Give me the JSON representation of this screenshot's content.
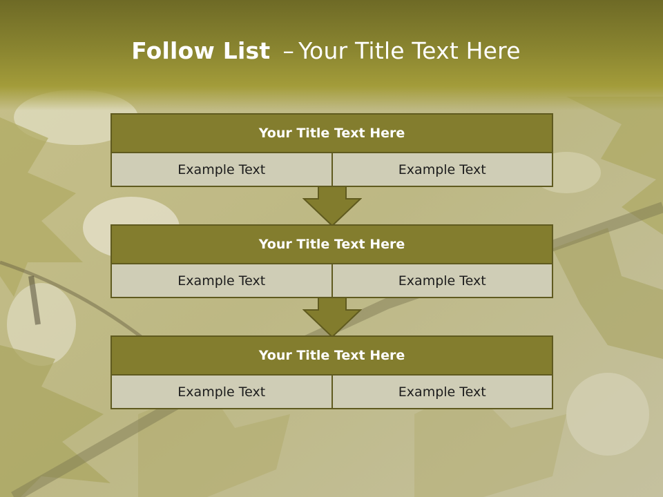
{
  "slide": {
    "title_bold": "Follow List",
    "title_dash": "–",
    "title_rest": "Your Title Text Here"
  },
  "blocks": [
    {
      "title": "Your Title Text Here",
      "cells": [
        "Example Text",
        "Example Text"
      ]
    },
    {
      "title": "Your Title Text Here",
      "cells": [
        "Example Text",
        "Example Text"
      ]
    },
    {
      "title": "Your Title Text Here",
      "cells": [
        "Example Text",
        "Example Text"
      ]
    }
  ],
  "icons": {
    "connector": "down-arrow-icon"
  },
  "colors": {
    "header": "#8a8530",
    "block_title": "#837d2e",
    "block_border": "#5f5a1f",
    "cell_fill": "#cfcdb6",
    "arrow_fill": "#827c2d"
  }
}
